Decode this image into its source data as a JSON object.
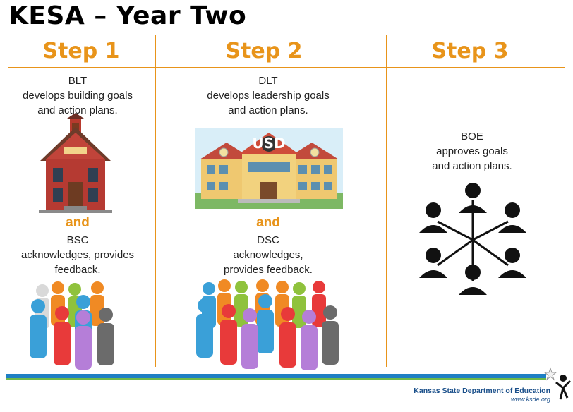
{
  "title": "KESA – Year Two",
  "steps": [
    {
      "heading": "Step 1",
      "lines": [
        "BLT",
        "develops building goals",
        "and action plans."
      ],
      "connector": "and",
      "lines2": [
        "BSC",
        "acknowledges, provides",
        "feedback."
      ]
    },
    {
      "heading": "Step 2",
      "lines": [
        "DLT",
        "develops leadership goals",
        "and action plans."
      ],
      "building_sign": "USD",
      "connector": "and",
      "lines2": [
        "DSC",
        "acknowledges,",
        "provides feedback."
      ]
    },
    {
      "heading": "Step 3",
      "lines": [
        "BOE",
        "approves goals",
        "and action plans."
      ]
    }
  ],
  "footer": {
    "org": "Kansas State Department of Education",
    "url": "www.ksde.org"
  },
  "colors": {
    "accent": "#e8941a",
    "footer_blue": "#1f7fc4",
    "footer_green": "#6fb84a"
  }
}
